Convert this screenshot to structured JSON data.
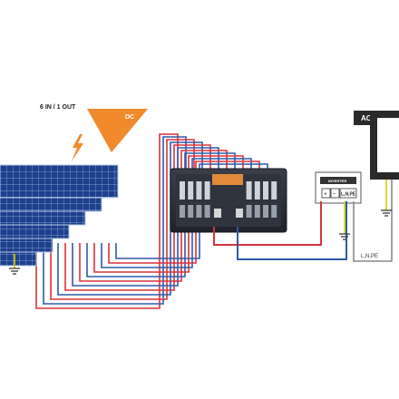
{
  "diagram": {
    "title": "6 IN / 1 OUT",
    "dc_label": "DC",
    "ac_label": "AC",
    "meter": {
      "label": "INVERTER",
      "terminals": [
        "+",
        "−",
        "L,N,PE"
      ]
    },
    "ac_line_label": "L,N,PE"
  },
  "colors": {
    "positive_wire": "#d8323c",
    "negative_wire": "#2f5aa8",
    "dc_accent": "#f08a2c",
    "panel_blue": "#1d3f8c",
    "box_dark": "#2b2f38",
    "ac_box": "#2a2a2a",
    "ground_wire": "#d4d400"
  },
  "icons": [
    "lightning-icon",
    "ground-icon"
  ]
}
